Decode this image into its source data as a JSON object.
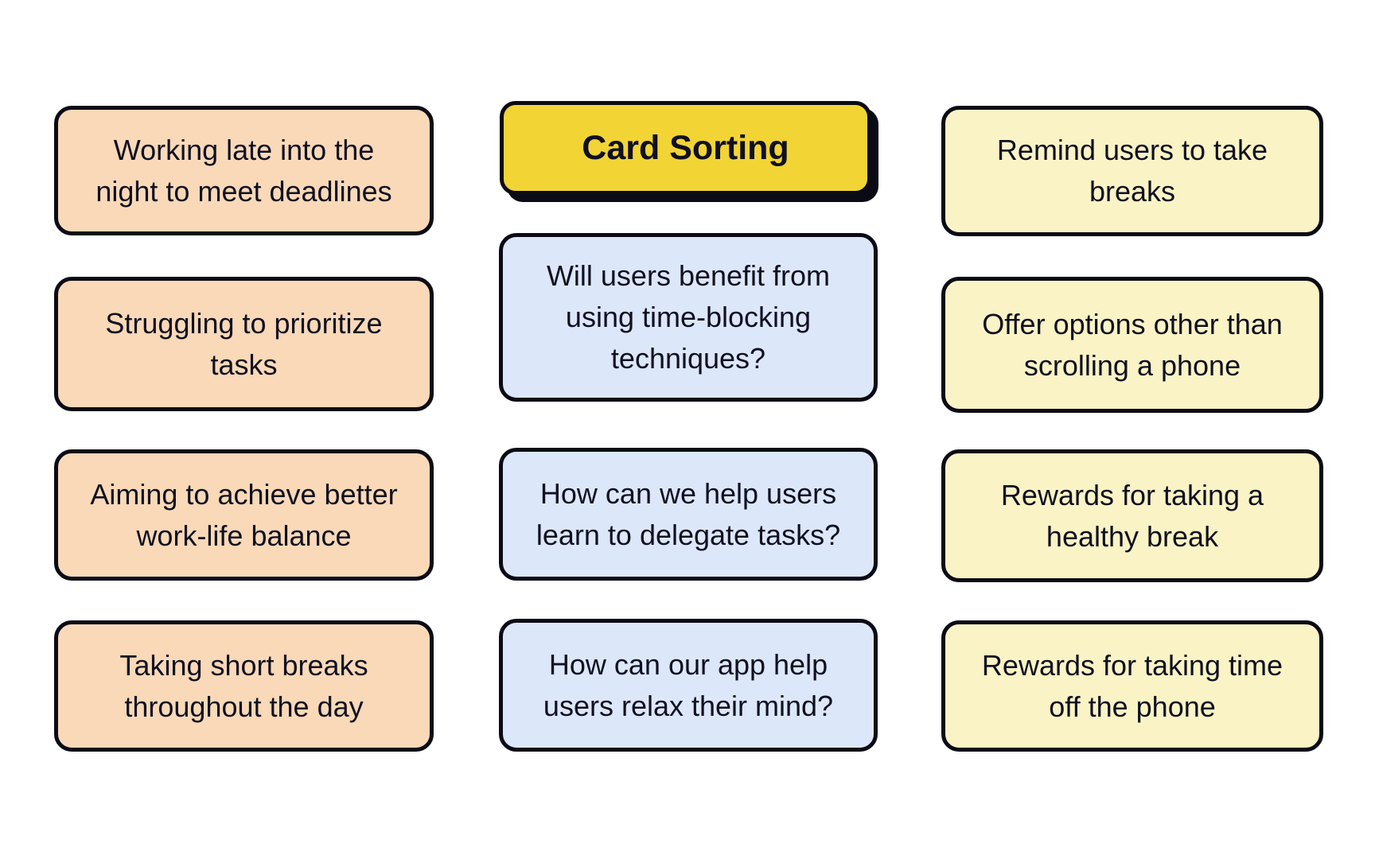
{
  "theme": {
    "background": "#FFFFFF",
    "border": "#0B0B16",
    "text": "#101020",
    "peach": "#F9D9B8",
    "blue": "#DCE8FA",
    "cream": "#FAF3C5",
    "title_yellow": "#F2D435"
  },
  "board": {
    "title": "Card Sorting",
    "columns": [
      {
        "cards": [
          "Working late into the night to meet deadlines",
          "Struggling to prioritize tasks",
          "Aiming to achieve better work-life balance",
          "Taking short breaks throughout the day"
        ]
      },
      {
        "cards": [
          "Will users benefit from using time-blocking techniques?",
          "How can we help users learn to delegate tasks?",
          "How can our app help users relax their mind?"
        ]
      },
      {
        "cards": [
          "Remind users to take breaks",
          "Offer options other than scrolling a phone",
          "Rewards for taking a healthy break",
          "Rewards for taking time off the phone"
        ]
      }
    ]
  }
}
